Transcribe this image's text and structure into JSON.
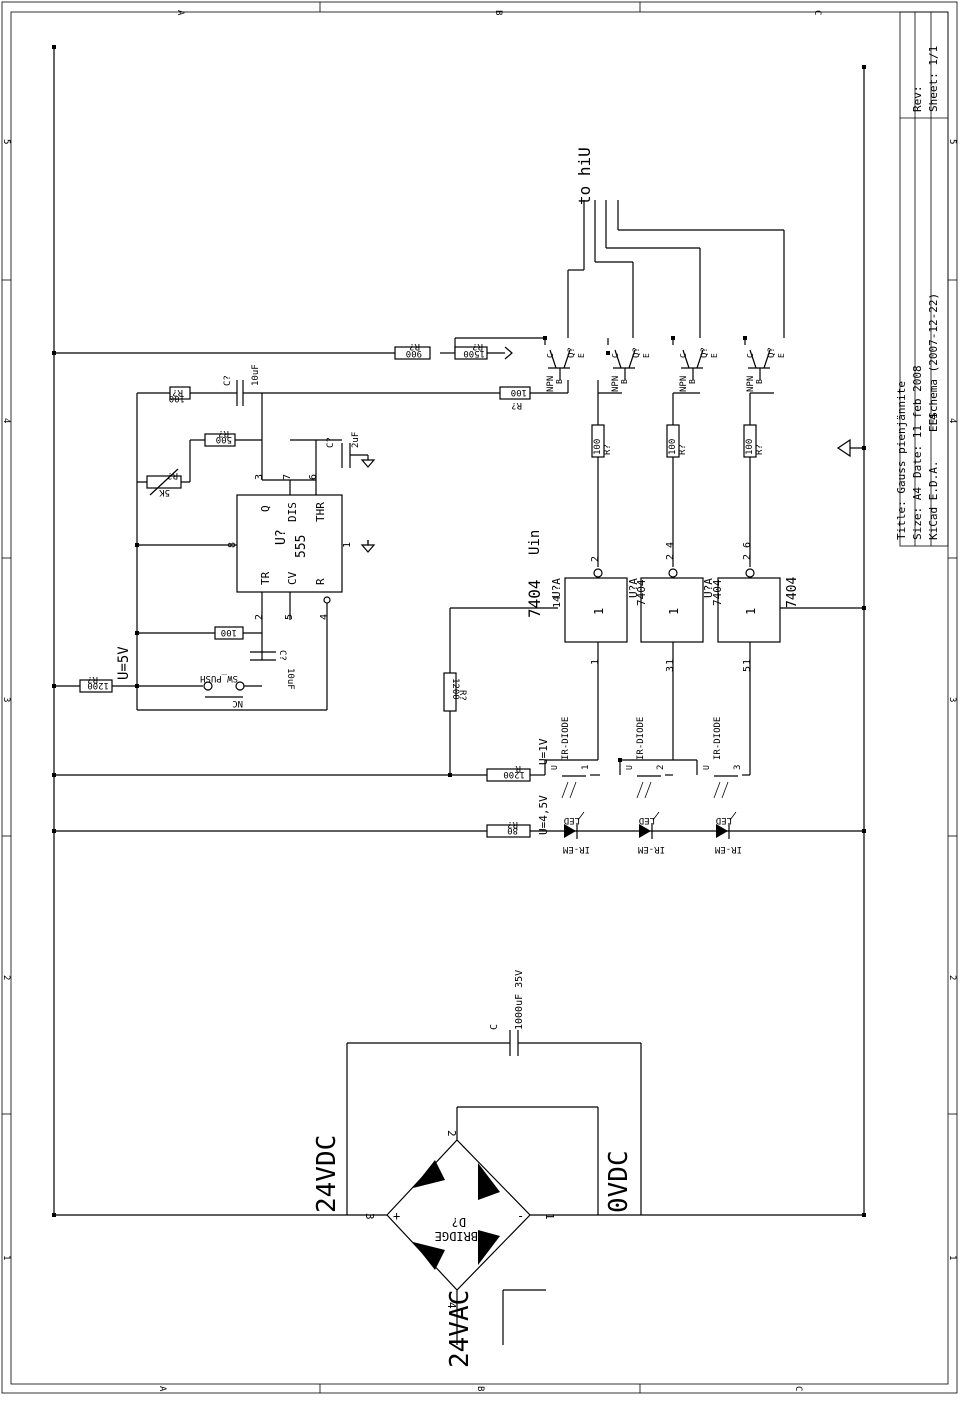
{
  "frame": {
    "rows": [
      "A",
      "B",
      "C"
    ],
    "cols": [
      "1",
      "2",
      "3",
      "4",
      "5"
    ]
  },
  "title_block": {
    "title": "Title: Gauss pienjännite",
    "size": "Size: A4",
    "date": "Date: 11 feb 2008",
    "rev": "Rev:",
    "tool": "KiCad E.D.A.",
    "eeschema": "EESchema (2007-12-22)",
    "id": "4",
    "sheet": "Sheet: 1/1"
  },
  "power": {
    "dc_pos": "24VDC",
    "dc_gnd": "0VDC",
    "ac_in": "24VAC",
    "bridge_name": "D?",
    "bridge_type": "BRIDGE",
    "bridge_plus": "+",
    "bridge_minus": "-",
    "pin_2": "2",
    "pin_3": "3",
    "pin_1": "1",
    "pin_4": "4",
    "cap_ref": "C",
    "cap_val": "1000uF 35V"
  },
  "timer": {
    "ic_ref": "U?",
    "ic_val": "555",
    "pins": {
      "tr": "TR",
      "cv": "CV",
      "r": "R",
      "q": "Q",
      "dis": "DIS",
      "thr": "THR"
    },
    "pin_nums": {
      "p8": "8",
      "p2": "2",
      "p5": "5",
      "p4": "4",
      "p3": "3",
      "p7": "7",
      "p6": "6",
      "p1": "1"
    },
    "r100_top_ref": "R?",
    "r100_top_val": "100",
    "c10_top_ref": "C?",
    "c10_top_val": "10uF",
    "r500_ref": "R?",
    "r500_val": "500",
    "pot_ref": "R?",
    "pot_val": "5K",
    "c2_ref": "C?",
    "c2_val": "2uF",
    "r100_mid_val": "100",
    "c10_bot_ref": "C?",
    "c10_bot_val": "10uF",
    "sw_name": "SW_PUSH",
    "sw_nc": "NC",
    "r1200_ref": "R?",
    "r1200_val": "1200",
    "u5v": "U=5V"
  },
  "drivers": {
    "r900_ref": "R?",
    "r900_val": "900",
    "r1500_ref": "R?",
    "r1500_val": "1500",
    "r100_q_ref": "R?",
    "r100_q_val": "100",
    "to_hiu": "to hiU",
    "npn": "NPN",
    "q_ref": "Q?",
    "pin_e": "E",
    "pin_c": "C",
    "pin_b": "B",
    "base_r_val": "100",
    "base_r_ref": "R?"
  },
  "logic": {
    "part": "7404",
    "u_a": "U?A",
    "vcc": "Uin",
    "pin14": "14",
    "in_pins": [
      "1",
      "3",
      "5"
    ],
    "out_pins": [
      "2",
      "4",
      "6"
    ],
    "gate_sym": "1",
    "r1200_ref": "R?",
    "r1200_val": "1200"
  },
  "ir": {
    "r1200_ref": "R",
    "r1200_val": "1200",
    "r80_ref": "R?",
    "r80_val": "80",
    "u1v": "U=1V",
    "u45v": "U=4,5V",
    "diode_type": "IR-DIODE",
    "em_type": "IR-EM",
    "led": "LED",
    "pin_u": "U"
  }
}
